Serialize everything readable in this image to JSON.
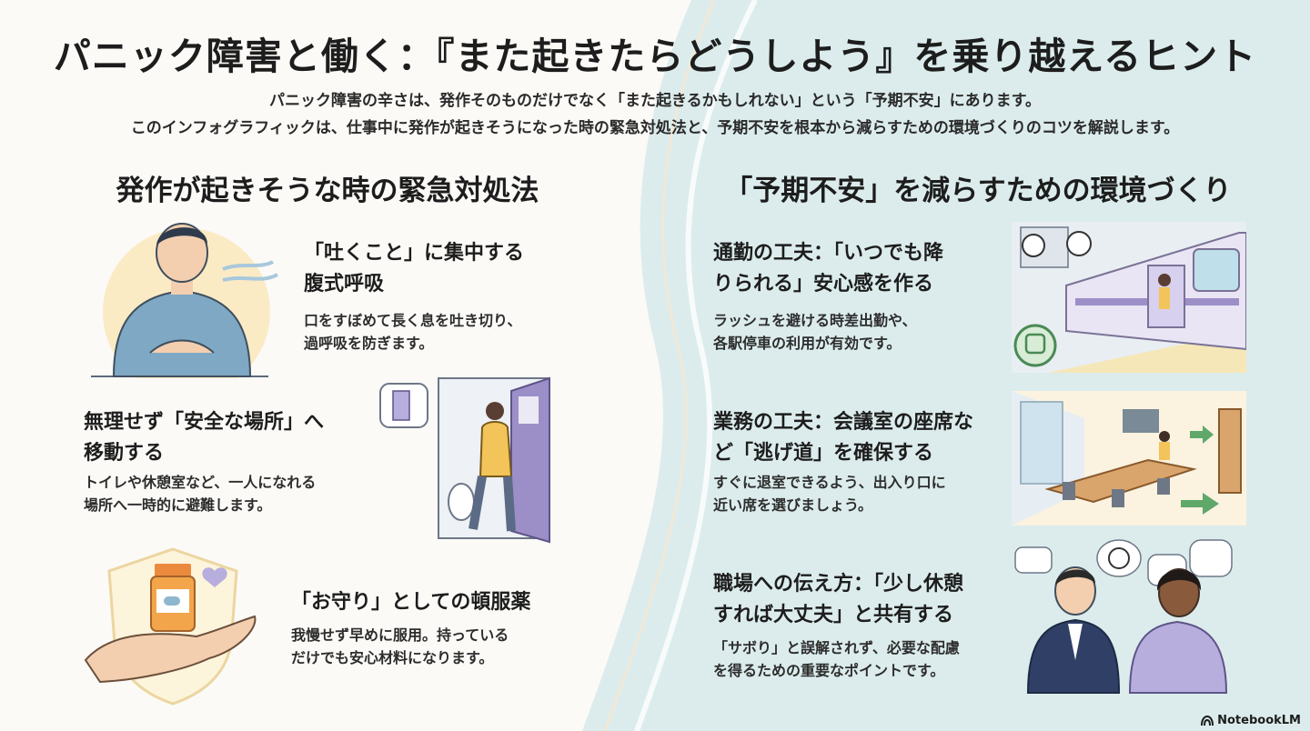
{
  "title": "パニック障害と働く：『また起きたらどうしよう』を乗り越えるヒント",
  "intro": {
    "line1": "パニック障害の辛さは、発作そのものだけでなく「また起きるかもしれない」という「予期不安」にあります。",
    "line2": "このインフォグラフィックは、仕事中に発作が起きそうになった時の緊急対処法と、予期不安を根本から減らすための環境づくりのコツを解説します。"
  },
  "left_section": {
    "heading": "発作が起きそうな時の緊急対処法",
    "items": [
      {
        "title_l1": "「吐くこと」に集中する",
        "title_l2": "腹式呼吸",
        "body_l1": "口をすぼめて長く息を吐き切り、",
        "body_l2": "過呼吸を防ぎます。"
      },
      {
        "title_l1": "無理せず「安全な場所」へ",
        "title_l2": "移動する",
        "body_l1": "トイレや休憩室など、一人になれる",
        "body_l2": "場所へ一時的に避難します。"
      },
      {
        "title_l1": "「お守り」としての頓服薬",
        "title_l2": "",
        "body_l1": "我慢せず早めに服用。持っている",
        "body_l2": "だけでも安心材料になります。"
      }
    ]
  },
  "right_section": {
    "heading": "「予期不安」を減らすための環境づくり",
    "items": [
      {
        "title_l1": "通勤の工夫：「いつでも降",
        "title_l2": "りられる」安心感を作る",
        "body_l1": "ラッシュを避ける時差出勤や、",
        "body_l2": "各駅停車の利用が有効です。"
      },
      {
        "title_l1": "業務の工夫：会議室の座席な",
        "title_l2": "ど「逃げ道」を確保する",
        "body_l1": "すぐに退室できるよう、出入り口に",
        "body_l2": "近い席を選びましょう。"
      },
      {
        "title_l1": "職場への伝え方：「少し休憩",
        "title_l2": "すれば大丈夫」と共有する",
        "body_l1": "「サボり」と誤解されず、必要な配慮",
        "body_l2": "を得るための重要なポイントです。"
      }
    ]
  },
  "footer": {
    "brand": "NotebookLM"
  },
  "colors": {
    "accent_teal": "#dcecec",
    "accent_purple": "#9c8fc8",
    "accent_yellow": "#f4d98c",
    "accent_blue": "#8fb6cf"
  }
}
